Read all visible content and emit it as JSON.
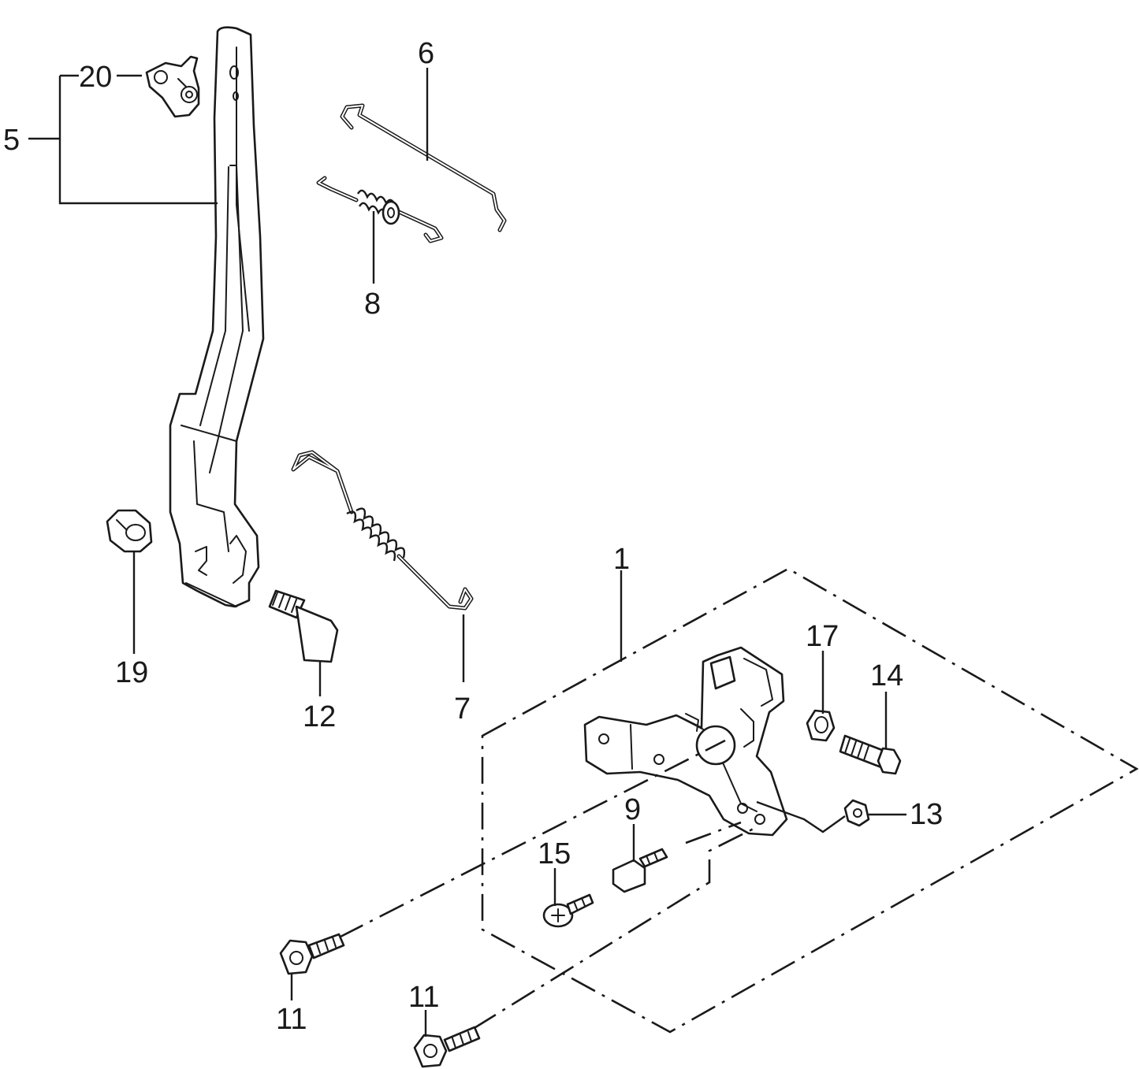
{
  "callouts": {
    "c1": "1",
    "c5": "5",
    "c6": "6",
    "c7": "7",
    "c8": "8",
    "c9": "9",
    "c11a": "11",
    "c11b": "11",
    "c12": "12",
    "c13": "13",
    "c14": "14",
    "c15": "15",
    "c17": "17",
    "c19": "19",
    "c20": "20"
  },
  "colors": {
    "line": "#1a1a1a",
    "background": "#ffffff"
  }
}
